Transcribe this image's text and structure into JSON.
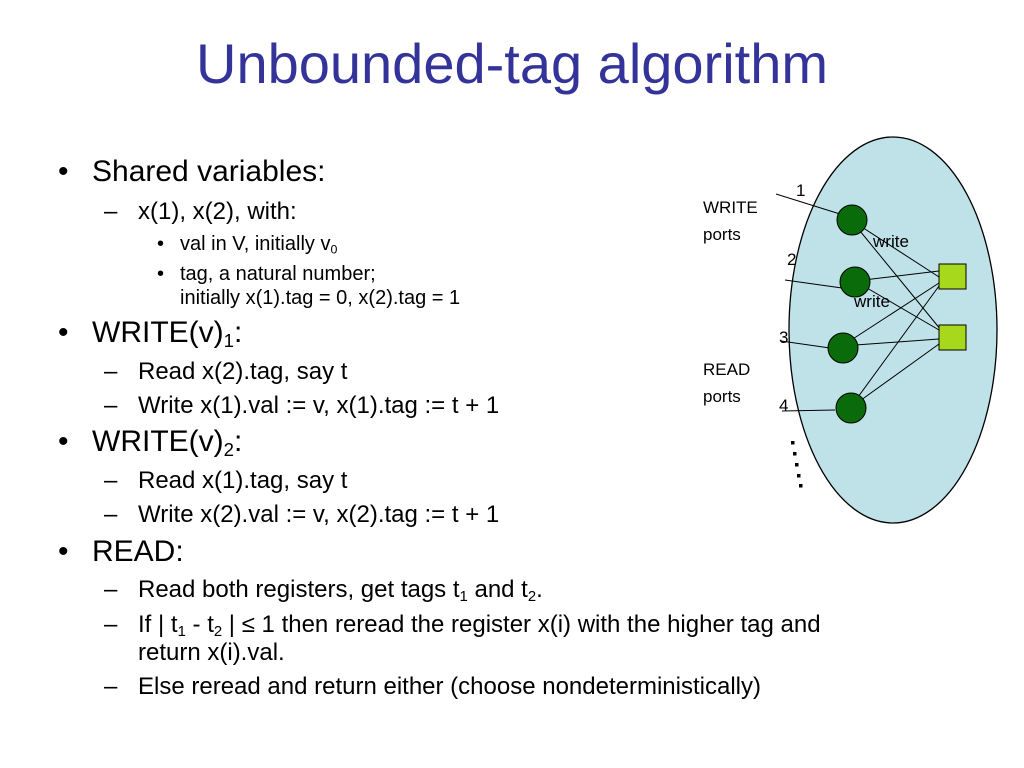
{
  "title": "Unbounded-tag algorithm",
  "markers": {
    "level1": "•",
    "level2": "–",
    "level3": "•"
  },
  "bullets": {
    "shared": {
      "label": "Shared variables:",
      "sub": "x(1), x(2), with:",
      "val_text": "val in V, initially v",
      "val_sub": "0",
      "tag_line1": "tag, a natural number;",
      "tag_line2": "initially x(1).tag = 0, x(2).tag = 1"
    },
    "write1": {
      "label": "WRITE(v)",
      "label_sub": "1",
      "label_suffix": ":",
      "read": "Read x(2).tag, say t",
      "write": "Write x(1).val := v, x(1).tag := t + 1"
    },
    "write2": {
      "label": "WRITE(v)",
      "label_sub": "2",
      "label_suffix": ":",
      "read": "Read x(1).tag, say t",
      "write": "Write x(2).val := v, x(2).tag := t + 1"
    },
    "read": {
      "label": "READ:",
      "item1_a": "Read both registers, get tags t",
      "item1_sub1": "1",
      "item1_b": " and t",
      "item1_sub2": "2",
      "item1_c": ".",
      "item2_a": "If | t",
      "item2_sub1": "1",
      "item2_b": " - t",
      "item2_sub2": "2",
      "item2_c": " | ≤ 1 then reread the register x(i) with the higher tag and",
      "item2_line2": "return x(i).val.",
      "item3": "Else reread and return either (choose nondeterministically)"
    }
  },
  "diagram": {
    "write_ports_line1": "WRITE",
    "write_ports_line2": "ports",
    "read_ports_line1": "READ",
    "read_ports_line2": "ports",
    "port_numbers": [
      "1",
      "2",
      "3",
      "4"
    ],
    "register_label_1": "write",
    "register_label_2": "write",
    "colors": {
      "ellipse_fill": "#bfe2e8",
      "node_fill": "#0a6b0a",
      "register_fill": "#a8d81c"
    }
  }
}
